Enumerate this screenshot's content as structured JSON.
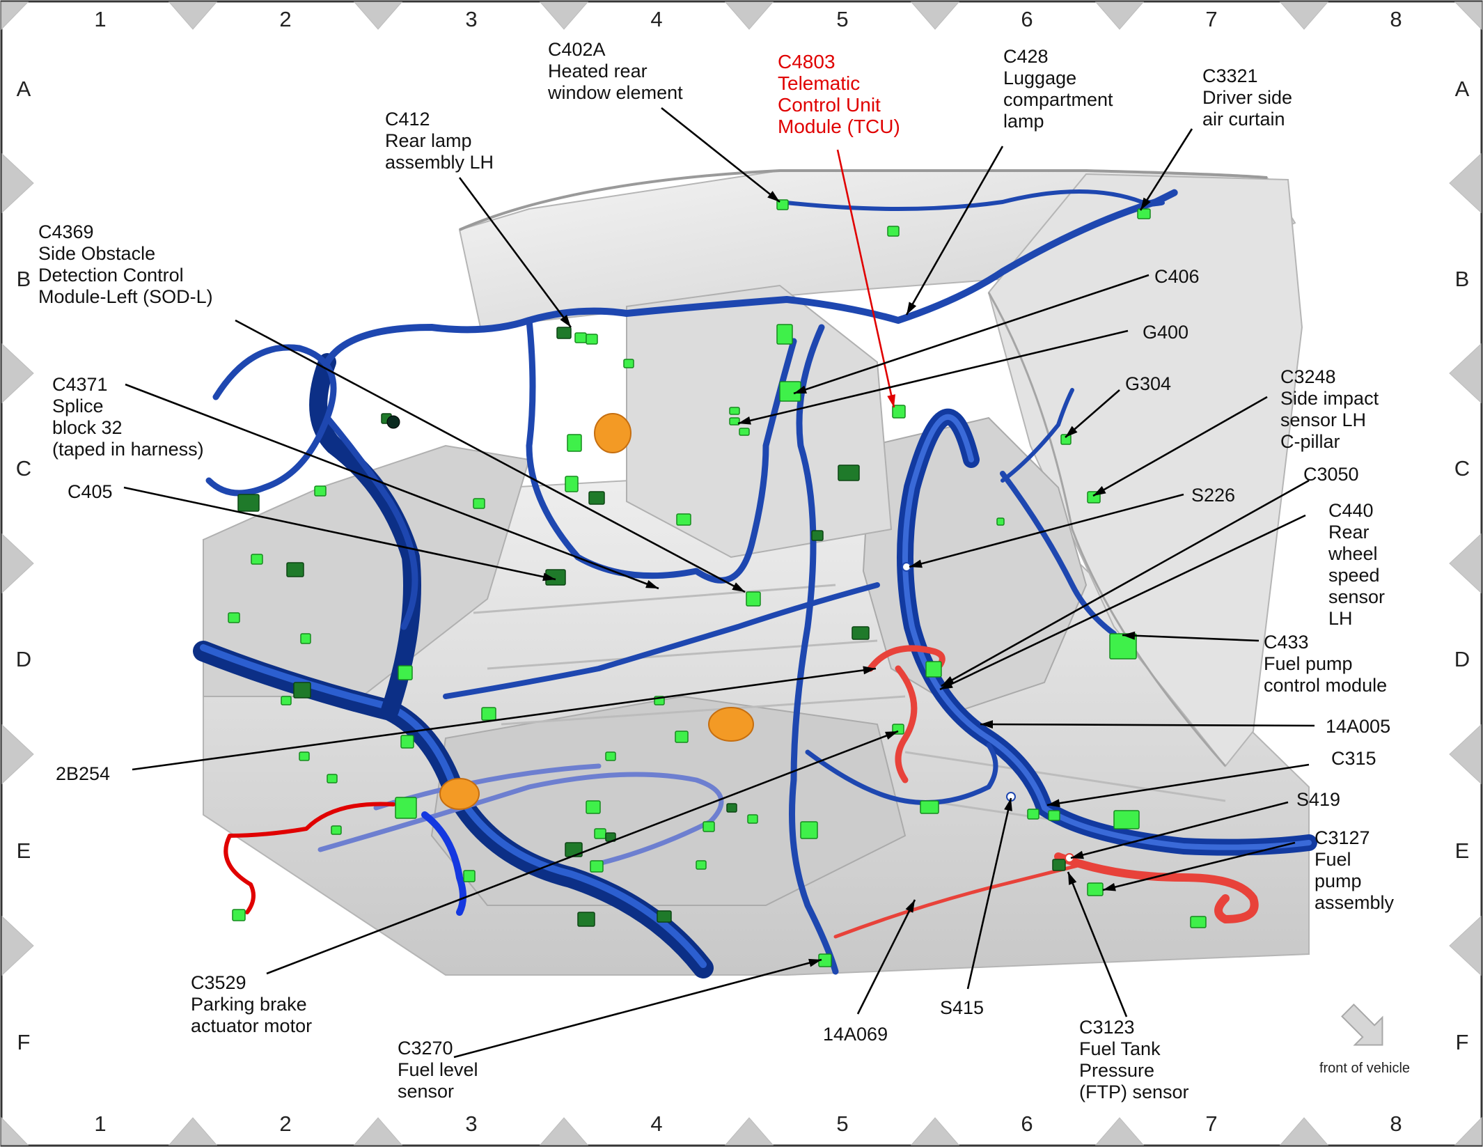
{
  "grid": {
    "columns": [
      "1",
      "2",
      "3",
      "4",
      "5",
      "6",
      "7",
      "8"
    ],
    "rows": [
      "A",
      "B",
      "C",
      "D",
      "E",
      "F"
    ]
  },
  "callouts": [
    {
      "id": "c402a",
      "lines": [
        "C402A",
        "Heated rear",
        "window element"
      ]
    },
    {
      "id": "c4803",
      "lines": [
        "C4803",
        "Telematic",
        "Control Unit",
        "Module (TCU)"
      ],
      "highlight": true
    },
    {
      "id": "c428",
      "lines": [
        "C428",
        "Luggage",
        "compartment",
        "lamp"
      ]
    },
    {
      "id": "c3321",
      "lines": [
        "C3321",
        "Driver side",
        "air curtain"
      ]
    },
    {
      "id": "c412",
      "lines": [
        "C412",
        "Rear lamp",
        "assembly LH"
      ]
    },
    {
      "id": "c4369",
      "lines": [
        "C4369",
        "Side Obstacle",
        "Detection Control",
        "Module-Left (SOD-L)"
      ]
    },
    {
      "id": "c406",
      "lines": [
        "C406"
      ]
    },
    {
      "id": "g400",
      "lines": [
        "G400"
      ]
    },
    {
      "id": "g304",
      "lines": [
        "G304"
      ]
    },
    {
      "id": "c3248",
      "lines": [
        "C3248",
        "Side impact",
        "sensor LH",
        "C-pillar"
      ]
    },
    {
      "id": "c4371",
      "lines": [
        "C4371",
        "Splice",
        "block 32",
        "(taped in harness)"
      ]
    },
    {
      "id": "c3050",
      "lines": [
        "C3050"
      ]
    },
    {
      "id": "s226",
      "lines": [
        "S226"
      ]
    },
    {
      "id": "c440",
      "lines": [
        "C440",
        "Rear",
        "wheel",
        "speed",
        "sensor",
        "LH"
      ]
    },
    {
      "id": "c405",
      "lines": [
        "C405"
      ]
    },
    {
      "id": "c433",
      "lines": [
        "C433",
        "Fuel pump",
        "control module"
      ]
    },
    {
      "id": "14a005",
      "lines": [
        "14A005"
      ]
    },
    {
      "id": "2b254",
      "lines": [
        "2B254"
      ]
    },
    {
      "id": "c315",
      "lines": [
        "C315"
      ]
    },
    {
      "id": "s419",
      "lines": [
        "S419"
      ]
    },
    {
      "id": "c3127",
      "lines": [
        "C3127",
        "Fuel",
        "pump",
        "assembly"
      ]
    },
    {
      "id": "c3529",
      "lines": [
        "C3529",
        "Parking brake",
        "actuator motor"
      ]
    },
    {
      "id": "14a069",
      "lines": [
        "14A069"
      ]
    },
    {
      "id": "s415",
      "lines": [
        "S415"
      ]
    },
    {
      "id": "c3123",
      "lines": [
        "C3123",
        "Fuel Tank",
        "Pressure",
        "(FTP) sensor"
      ]
    },
    {
      "id": "c3270",
      "lines": [
        "C3270",
        "Fuel level",
        "sensor"
      ]
    }
  ],
  "orientation": {
    "label": "front of vehicle",
    "icon": "direction-arrow-icon"
  },
  "colors": {
    "highlight": "#e00000",
    "harness": "#1e47b0",
    "harness_dark": "#0c2f86",
    "harness_light": "#6d7fd0",
    "fuel_harness": "#e8423a",
    "connector": "#3ff04a",
    "connector_dark": "#1f7a2a",
    "grommet": "#f39a25",
    "body_panel": "#dadada"
  }
}
